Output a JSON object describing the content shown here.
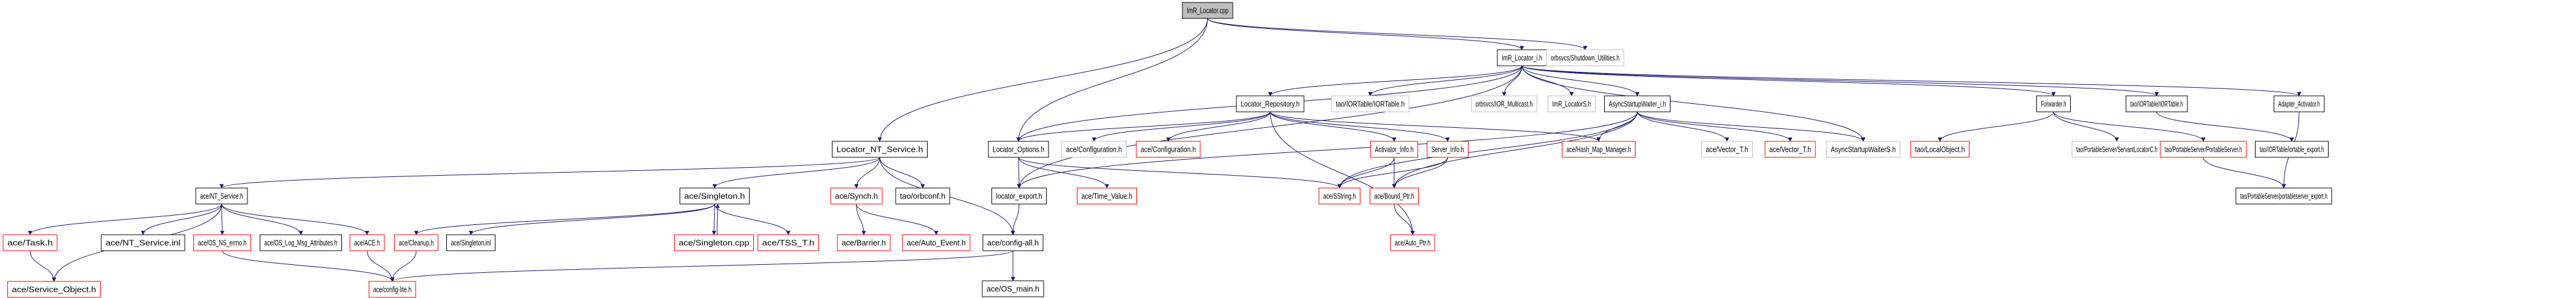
{
  "title": "ImR_Locator.cpp include dependency graph",
  "legend": {
    "root_fill": "#bfbfbf",
    "documented_border": "#000000",
    "undocumented_border": "#bfbfbf",
    "truncated_border": "#ff0000",
    "edge_color": "#191970"
  },
  "nodes": [
    {
      "id": "root",
      "label": "ImR_Locator.cpp",
      "style": "root"
    },
    {
      "id": "imr_locator_i",
      "label": "ImR_Locator_i.h",
      "style": "black"
    },
    {
      "id": "shutdown_util",
      "label": "orbsvcs/Shutdown_Utilities.h",
      "style": "gray"
    },
    {
      "id": "locator_nt_service",
      "label": "Locator_NT_Service.h",
      "style": "black"
    },
    {
      "id": "locator_repository",
      "label": "Locator_Repository.h",
      "style": "black"
    },
    {
      "id": "iortable_a",
      "label": "tao/IORTable/IORTable.h",
      "style": "gray"
    },
    {
      "id": "ior_multicast",
      "label": "orbsvcs/IOR_Multicast.h",
      "style": "gray"
    },
    {
      "id": "imr_locators",
      "label": "ImR_LocatorS.h",
      "style": "gray"
    },
    {
      "id": "async_waiter",
      "label": "AsyncStartupWaiter_i.h",
      "style": "black"
    },
    {
      "id": "forwarder",
      "label": "Forwarder.h",
      "style": "black"
    },
    {
      "id": "iortable_b",
      "label": "tao/IORTable/IORTable.h",
      "style": "black"
    },
    {
      "id": "adapter_activator",
      "label": "Adapter_Activator.h",
      "style": "black"
    },
    {
      "id": "nt_service",
      "label": "ace/NT_Service.h",
      "style": "black"
    },
    {
      "id": "singleton_h",
      "label": "ace/Singleton.h",
      "style": "black"
    },
    {
      "id": "synch",
      "label": "ace/Synch.h",
      "style": "red"
    },
    {
      "id": "orbconf",
      "label": "tao/orbconf.h",
      "style": "black"
    },
    {
      "id": "locator_options",
      "label": "Locator_Options.h",
      "style": "black"
    },
    {
      "id": "config_gray",
      "label": "ace/Configuration.h",
      "style": "gray"
    },
    {
      "id": "config_red",
      "label": "ace/Configuration.h",
      "style": "red"
    },
    {
      "id": "activator_info",
      "label": "Activator_Info.h",
      "style": "red"
    },
    {
      "id": "server_info",
      "label": "Server_Info.h",
      "style": "red"
    },
    {
      "id": "hash_map",
      "label": "ace/Hash_Map_Manager.h",
      "style": "red"
    },
    {
      "id": "vector_gray",
      "label": "ace/Vector_T.h",
      "style": "gray"
    },
    {
      "id": "vector_red",
      "label": "ace/Vector_T.h",
      "style": "red"
    },
    {
      "id": "async_waiters",
      "label": "AsyncStartupWaiterS.h",
      "style": "gray"
    },
    {
      "id": "local_object",
      "label": "tao/LocalObject.h",
      "style": "red"
    },
    {
      "id": "servant_locator",
      "label": "tao/PortableServer/ServantLocatorC.h",
      "style": "gray"
    },
    {
      "id": "portable_server",
      "label": "tao/PortableServer/PortableServer.h",
      "style": "red"
    },
    {
      "id": "iortable_export",
      "label": "tao/IORTable/iortable_export.h",
      "style": "black"
    },
    {
      "id": "task",
      "label": "ace/Task.h",
      "style": "red"
    },
    {
      "id": "nt_service_inl",
      "label": "ace/NT_Service.inl",
      "style": "black"
    },
    {
      "id": "os_ns_errno",
      "label": "ace/OS_NS_errno.h",
      "style": "red"
    },
    {
      "id": "os_log_msg",
      "label": "ace/OS_Log_Msg_Attributes.h",
      "style": "black"
    },
    {
      "id": "ace_h",
      "label": "ace/ACE.h",
      "style": "red"
    },
    {
      "id": "cleanup",
      "label": "ace/Cleanup.h",
      "style": "red"
    },
    {
      "id": "singleton_inl",
      "label": "ace/Singleton.inl",
      "style": "black"
    },
    {
      "id": "singleton_cpp",
      "label": "ace/Singleton.cpp",
      "style": "red"
    },
    {
      "id": "tss_t",
      "label": "ace/TSS_T.h",
      "style": "red"
    },
    {
      "id": "barrier",
      "label": "ace/Barrier.h",
      "style": "red"
    },
    {
      "id": "auto_event",
      "label": "ace/Auto_Event.h",
      "style": "red"
    },
    {
      "id": "locator_export",
      "label": "locator_export.h",
      "style": "black"
    },
    {
      "id": "time_value",
      "label": "ace/Time_Value.h",
      "style": "red"
    },
    {
      "id": "sstring",
      "label": "ace/SString.h",
      "style": "red"
    },
    {
      "id": "bound_ptr",
      "label": "ace/Bound_Ptr.h",
      "style": "red"
    },
    {
      "id": "pserver_export",
      "label": "tao/PortableServer/portableserver_export.h",
      "style": "black"
    },
    {
      "id": "service_object",
      "label": "ace/Service_Object.h",
      "style": "red"
    },
    {
      "id": "config_lite",
      "label": "ace/config-lite.h",
      "style": "red"
    },
    {
      "id": "config_all",
      "label": "ace/config-all.h",
      "style": "black"
    },
    {
      "id": "auto_ptr",
      "label": "ace/Auto_Ptr.h",
      "style": "red"
    },
    {
      "id": "os_main",
      "label": "ace/OS_main.h",
      "style": "black"
    }
  ],
  "edges": [
    [
      "root",
      "imr_locator_i"
    ],
    [
      "root",
      "shutdown_util"
    ],
    [
      "root",
      "locator_nt_service"
    ],
    [
      "root",
      "locator_options"
    ],
    [
      "imr_locator_i",
      "locator_repository"
    ],
    [
      "imr_locator_i",
      "iortable_a"
    ],
    [
      "imr_locator_i",
      "ior_multicast"
    ],
    [
      "imr_locator_i",
      "imr_locators"
    ],
    [
      "imr_locator_i",
      "async_waiter"
    ],
    [
      "imr_locator_i",
      "forwarder"
    ],
    [
      "imr_locator_i",
      "iortable_b"
    ],
    [
      "imr_locator_i",
      "adapter_activator"
    ],
    [
      "imr_locator_i",
      "locator_options"
    ],
    [
      "imr_locator_i",
      "locator_export"
    ],
    [
      "imr_locator_i",
      "async_waiters"
    ],
    [
      "locator_nt_service",
      "nt_service"
    ],
    [
      "locator_nt_service",
      "singleton_h"
    ],
    [
      "locator_nt_service",
      "synch"
    ],
    [
      "locator_nt_service",
      "orbconf"
    ],
    [
      "locator_nt_service",
      "config_all"
    ],
    [
      "locator_repository",
      "locator_options"
    ],
    [
      "locator_repository",
      "config_gray"
    ],
    [
      "locator_repository",
      "config_red"
    ],
    [
      "locator_repository",
      "activator_info"
    ],
    [
      "locator_repository",
      "server_info"
    ],
    [
      "locator_repository",
      "hash_map"
    ],
    [
      "locator_repository",
      "auto_ptr"
    ],
    [
      "async_waiter",
      "vector_gray"
    ],
    [
      "async_waiter",
      "vector_red"
    ],
    [
      "async_waiter",
      "async_waiters"
    ],
    [
      "async_waiter",
      "hash_map"
    ],
    [
      "async_waiter",
      "sstring"
    ],
    [
      "async_waiter",
      "bound_ptr"
    ],
    [
      "async_waiter",
      "locator_export"
    ],
    [
      "forwarder",
      "local_object"
    ],
    [
      "forwarder",
      "servant_locator"
    ],
    [
      "forwarder",
      "portable_server"
    ],
    [
      "iortable_b",
      "iortable_export"
    ],
    [
      "adapter_activator",
      "pserver_export"
    ],
    [
      "portable_server",
      "pserver_export"
    ],
    [
      "nt_service",
      "task"
    ],
    [
      "nt_service",
      "nt_service_inl"
    ],
    [
      "nt_service",
      "os_ns_errno"
    ],
    [
      "nt_service",
      "os_log_msg"
    ],
    [
      "nt_service",
      "ace_h"
    ],
    [
      "nt_service",
      "service_object"
    ],
    [
      "singleton_h",
      "cleanup"
    ],
    [
      "singleton_h",
      "singleton_inl"
    ],
    [
      "singleton_h",
      "singleton_cpp"
    ],
    [
      "singleton_cpp",
      "singleton_h"
    ],
    [
      "singleton_h",
      "tss_t"
    ],
    [
      "synch",
      "barrier"
    ],
    [
      "synch",
      "auto_event"
    ],
    [
      "locator_options",
      "locator_export"
    ],
    [
      "locator_options",
      "time_value"
    ],
    [
      "locator_options",
      "sstring"
    ],
    [
      "activator_info",
      "sstring"
    ],
    [
      "activator_info",
      "bound_ptr"
    ],
    [
      "server_info",
      "sstring"
    ],
    [
      "server_info",
      "bound_ptr"
    ],
    [
      "bound_ptr",
      "auto_ptr"
    ],
    [
      "task",
      "service_object"
    ],
    [
      "os_ns_errno",
      "config_lite"
    ],
    [
      "ace_h",
      "config_lite"
    ],
    [
      "cleanup",
      "config_lite"
    ],
    [
      "locator_export",
      "config_all"
    ],
    [
      "config_all",
      "config_lite"
    ],
    [
      "config_all",
      "os_main"
    ]
  ]
}
